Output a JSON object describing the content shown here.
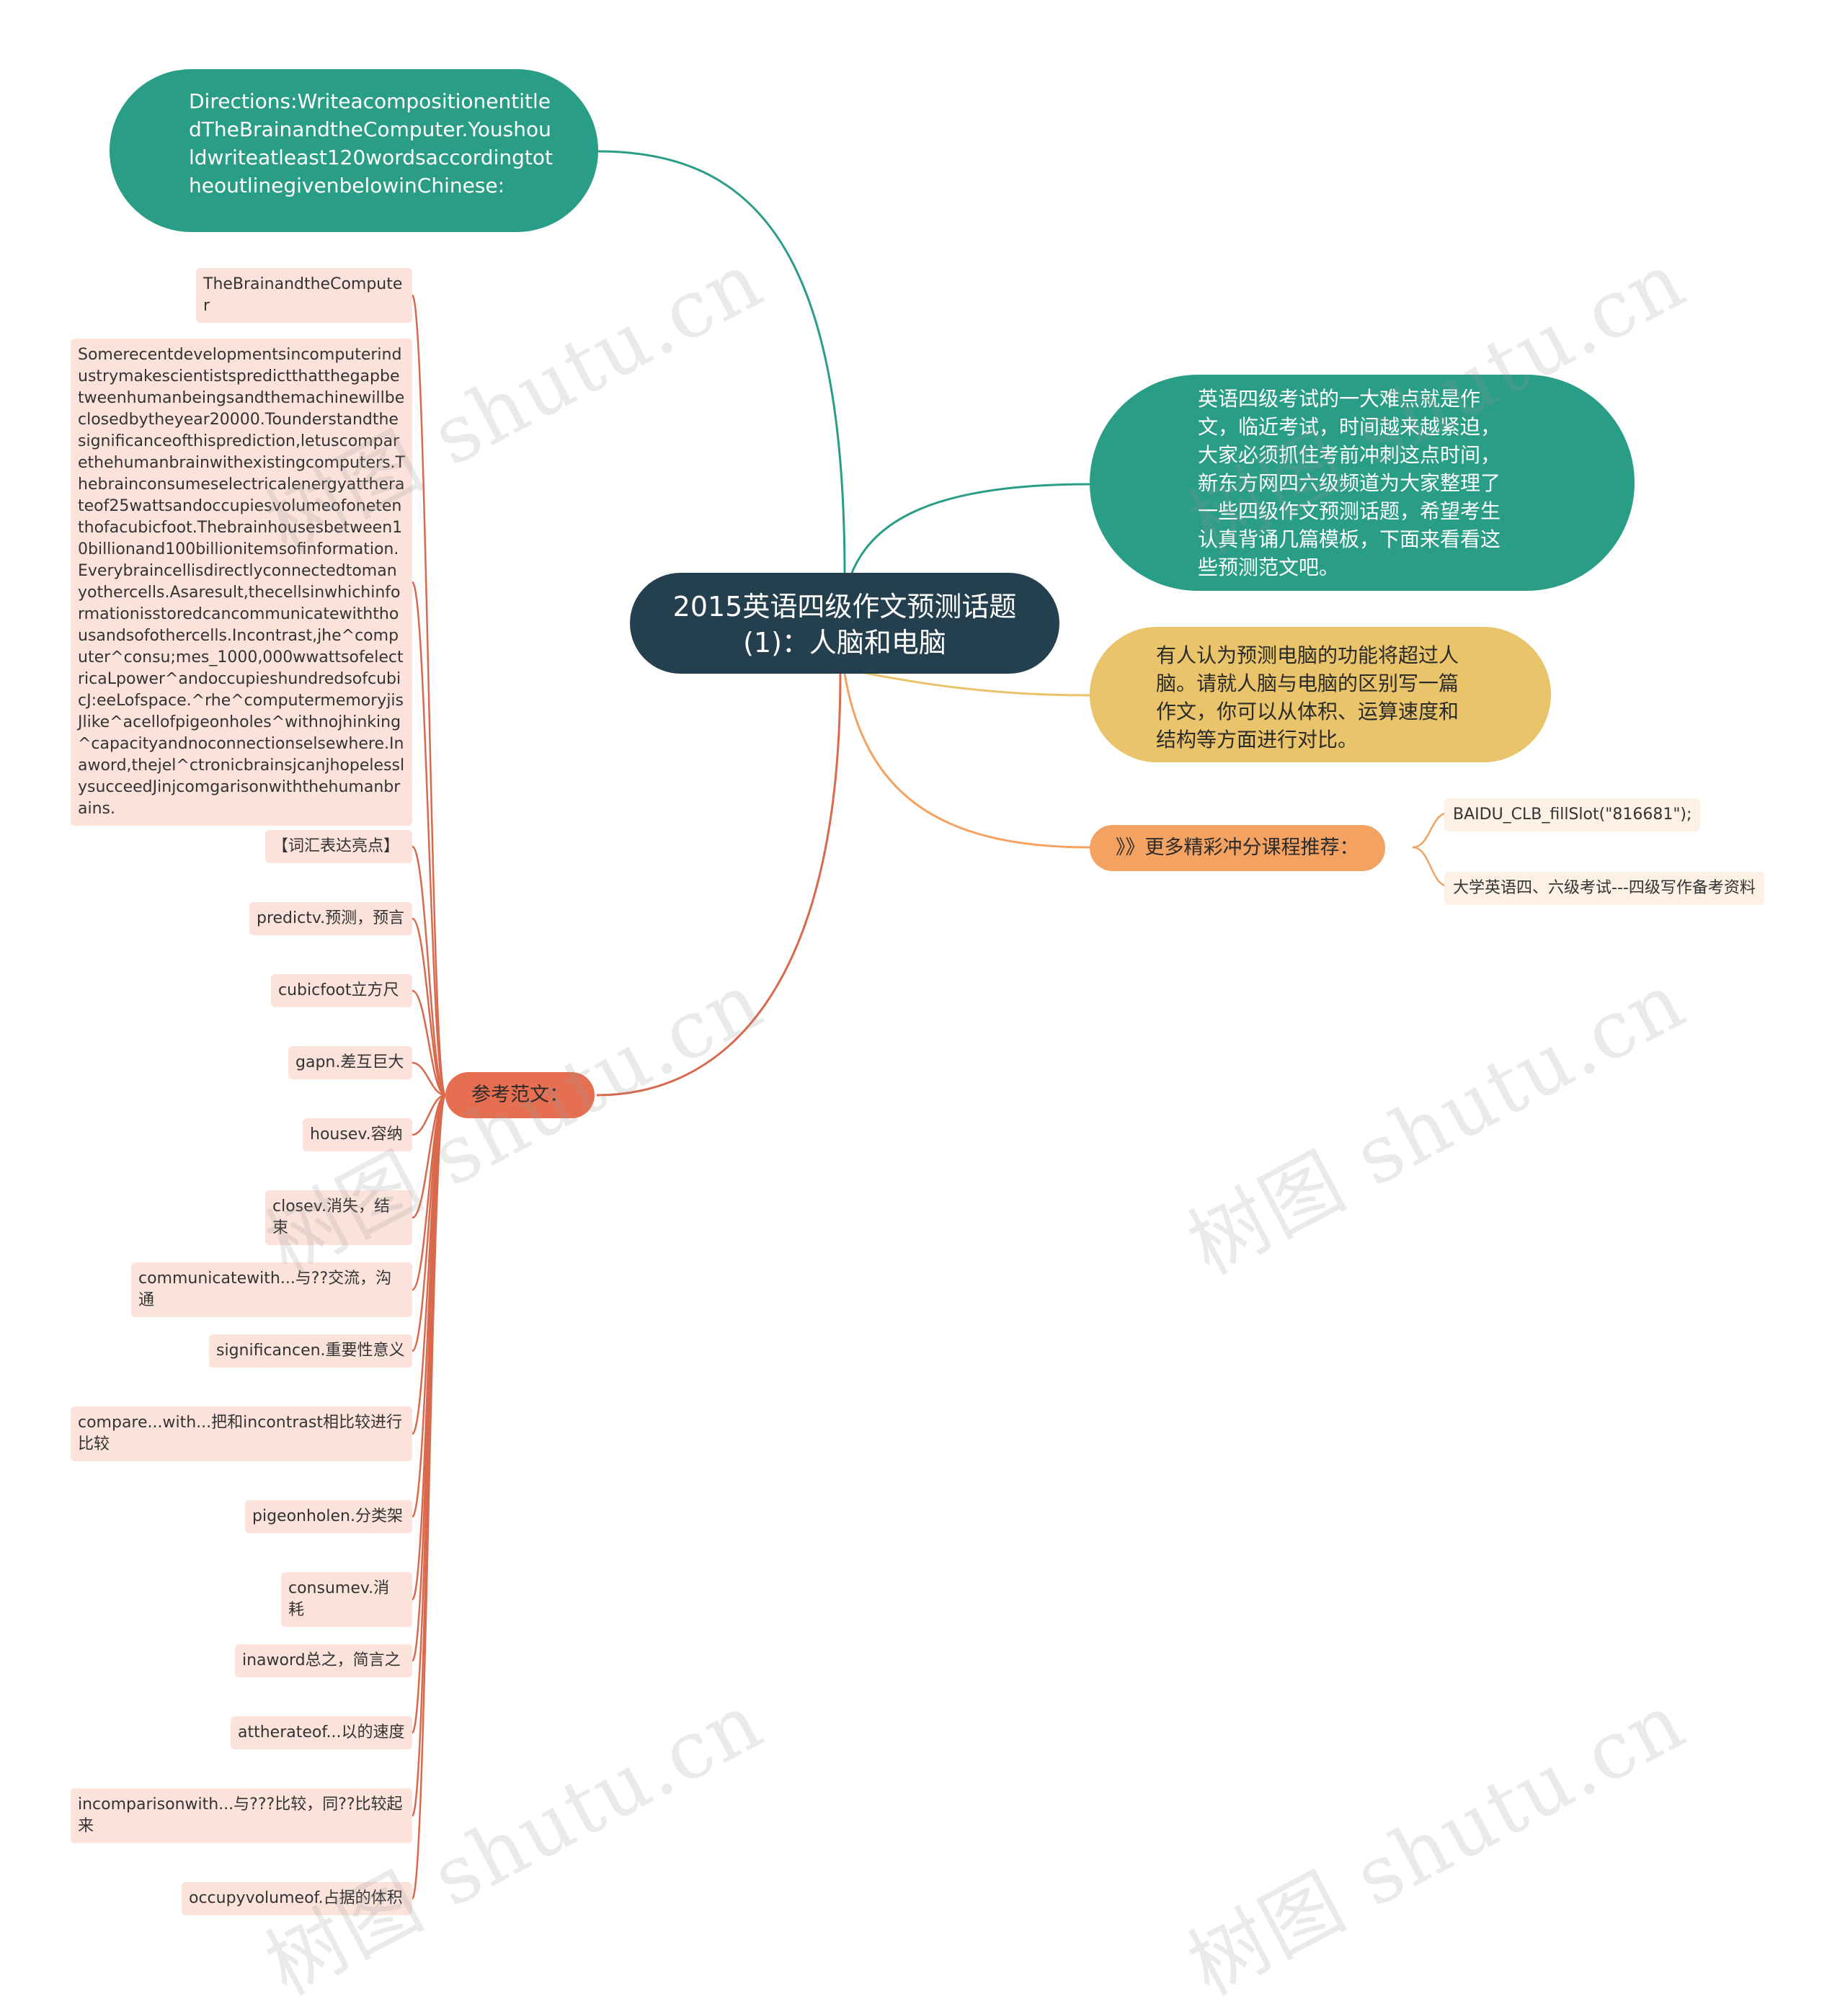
{
  "root": {
    "title": "2015英语四级作文预测话题(1)：人脑和电脑"
  },
  "directions": {
    "text": "Directions:WriteacompositionentitledTheBrainandtheComputer.Youshouldwriteatleast120wordsaccordingtotheoutlinegivenbelowinChinese:"
  },
  "intro": {
    "text": "英语四级考试的一大难点就是作文，临近考试，时间越来越紧迫，大家必须抓住考前冲刺这点时间，新东方网四六级频道为大家整理了一些四级作文预测话题，希望考生认真背诵几篇模板，下面来看看这些预测范文吧。"
  },
  "prompt": {
    "text": "有人认为预测电脑的功能将超过人脑。请就人脑与电脑的区别写一篇作文，你可以从体积、运算速度和结构等方面进行对比。"
  },
  "more": {
    "label": "》》更多精彩冲分课程推荐：",
    "items": [
      "BAIDU_CLB_fillSlot(\"816681\");",
      "大学英语四、六级考试---四级写作备考资料"
    ]
  },
  "sample": {
    "label": "参考范文：",
    "items": [
      "TheBrainandtheComputer",
      "Somerecentdevelopmentsincomputerindustrymakescientistspredictthatthegapbetweenhumanbeingsandthemachinewillbeclosedbytheyear20000.Tounderstandthesignificanceofthisprediction,letuscomparethehumanbrainwithexistingcomputers.Thebrainconsumeselectricalenergyattherateof25wattsandoccupiesvolumeofonetenthofacubicfoot.Thebrainhousesbetween10billionand100billionitemsofinformation.Everybraincellisdirectlyconnectedtomanyothercells.Asaresult,thecellsinwhichinformationisstoredcancommunicatewiththousandsofothercells.Incontrast,jhe^computer^consu;mes_1000,000wwattsofelectricaLpower^andoccupieshundredsofcubicJ:eeLofspace.^rhe^computermemoryjisJlike^acellofpigeonholes^withnojhinking^capacityandnoconnectionselsewhere.Inaword,thejel^ctronicbrainsjcanjhopelesslysucceedJinjcomgarisonwiththehumanbrains.",
      "【词汇表达亮点】",
      "predictv.预测，预言",
      "cubicfoot立方尺",
      "gapn.差互巨大",
      "housev.容纳",
      "closev.消失，结束",
      "communicatewith...与??交流，沟通",
      "significancen.重要性意义",
      "compare...with...把和incontrast相比较进行比较",
      "pigeonholen.分类架",
      "consumev.消耗",
      "inaword总之，简言之",
      "attherateof...以的速度",
      "incomparisonwith...与???比较，同??比较起来",
      "occupyvolumeof.占据的体积"
    ]
  },
  "watermark": {
    "text": "树图 shutu.cn"
  },
  "colors": {
    "root": "#24404f",
    "teal": "#2a9d87",
    "yellow": "#e9c46a",
    "orange": "#f4a261",
    "red": "#e76f51",
    "leaf": "#fbe3dc",
    "line_red": "#d9694d"
  }
}
